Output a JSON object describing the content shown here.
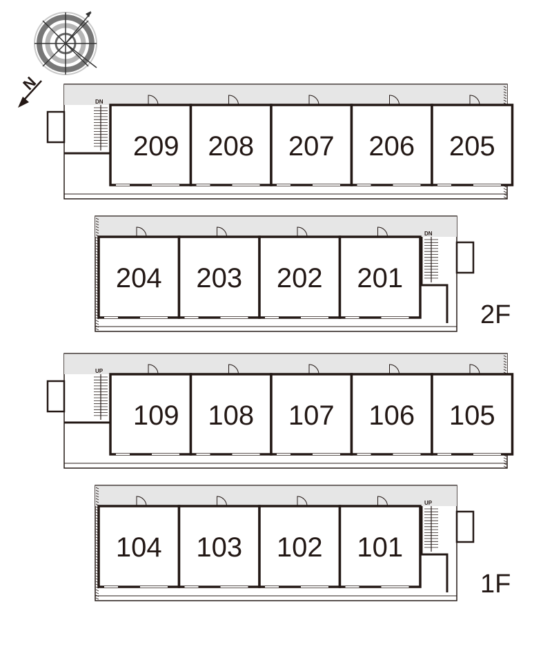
{
  "compass": {
    "north_label": "N"
  },
  "floors": [
    {
      "label": "2F",
      "blocks": [
        {
          "rooms": [
            "209",
            "208",
            "207",
            "206",
            "205"
          ],
          "stair_label": "DN"
        },
        {
          "rooms": [
            "204",
            "203",
            "202",
            "201"
          ],
          "stair_label": "DN"
        }
      ]
    },
    {
      "label": "1F",
      "blocks": [
        {
          "rooms": [
            "109",
            "108",
            "107",
            "106",
            "105"
          ],
          "stair_label": "UP"
        },
        {
          "rooms": [
            "104",
            "103",
            "102",
            "101"
          ],
          "stair_label": "UP"
        }
      ]
    }
  ]
}
